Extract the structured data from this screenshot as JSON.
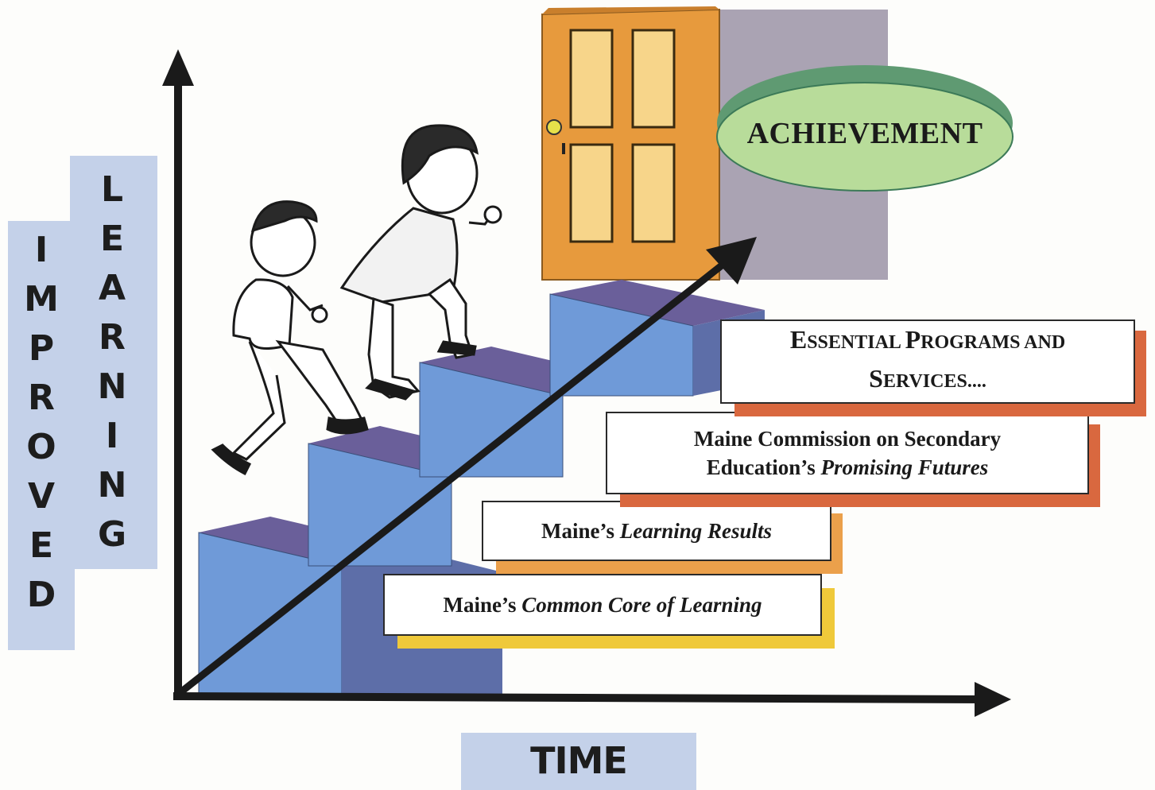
{
  "axes": {
    "y_label_col1": [
      "I",
      "M",
      "P",
      "R",
      "O",
      "V",
      "E",
      "D"
    ],
    "y_label_col2": [
      "L",
      "E",
      "A",
      "R",
      "N",
      "I",
      "N",
      "G"
    ],
    "x_label": "TIME"
  },
  "goal": {
    "label": "ACHIEVEMENT"
  },
  "milestones": [
    {
      "line1_prefix": "Maine’s ",
      "line1_italic": "Common Core of Learning",
      "shadow_color": "#efc93a"
    },
    {
      "line1_prefix": "Maine’s ",
      "line1_italic": "Learning Results",
      "shadow_color": "#eba04b"
    },
    {
      "line1": "Maine Commission on Secondary",
      "line2_prefix": "Education’s ",
      "line2_italic": "Promising Futures",
      "shadow_color": "#d9683f"
    },
    {
      "line1_cap1": "E",
      "line1_rest1": "SSENTIAL ",
      "line1_cap2": "P",
      "line1_rest2": "ROGRAMS AND",
      "line2_cap": "S",
      "line2_rest": "ERVICES....",
      "shadow_color": "#d9683f"
    }
  ],
  "colors": {
    "stair_front": "#6f9ad8",
    "stair_top": "#6a5f9a",
    "door": "#e79a3d",
    "door_panel": "#f7d58a",
    "wall": "#aaa3b3",
    "oval": "#b8dc9a",
    "oval_shadow": "#5f9a72",
    "axis": "#1a1a1a",
    "label_panel": "#c4d1e9"
  }
}
